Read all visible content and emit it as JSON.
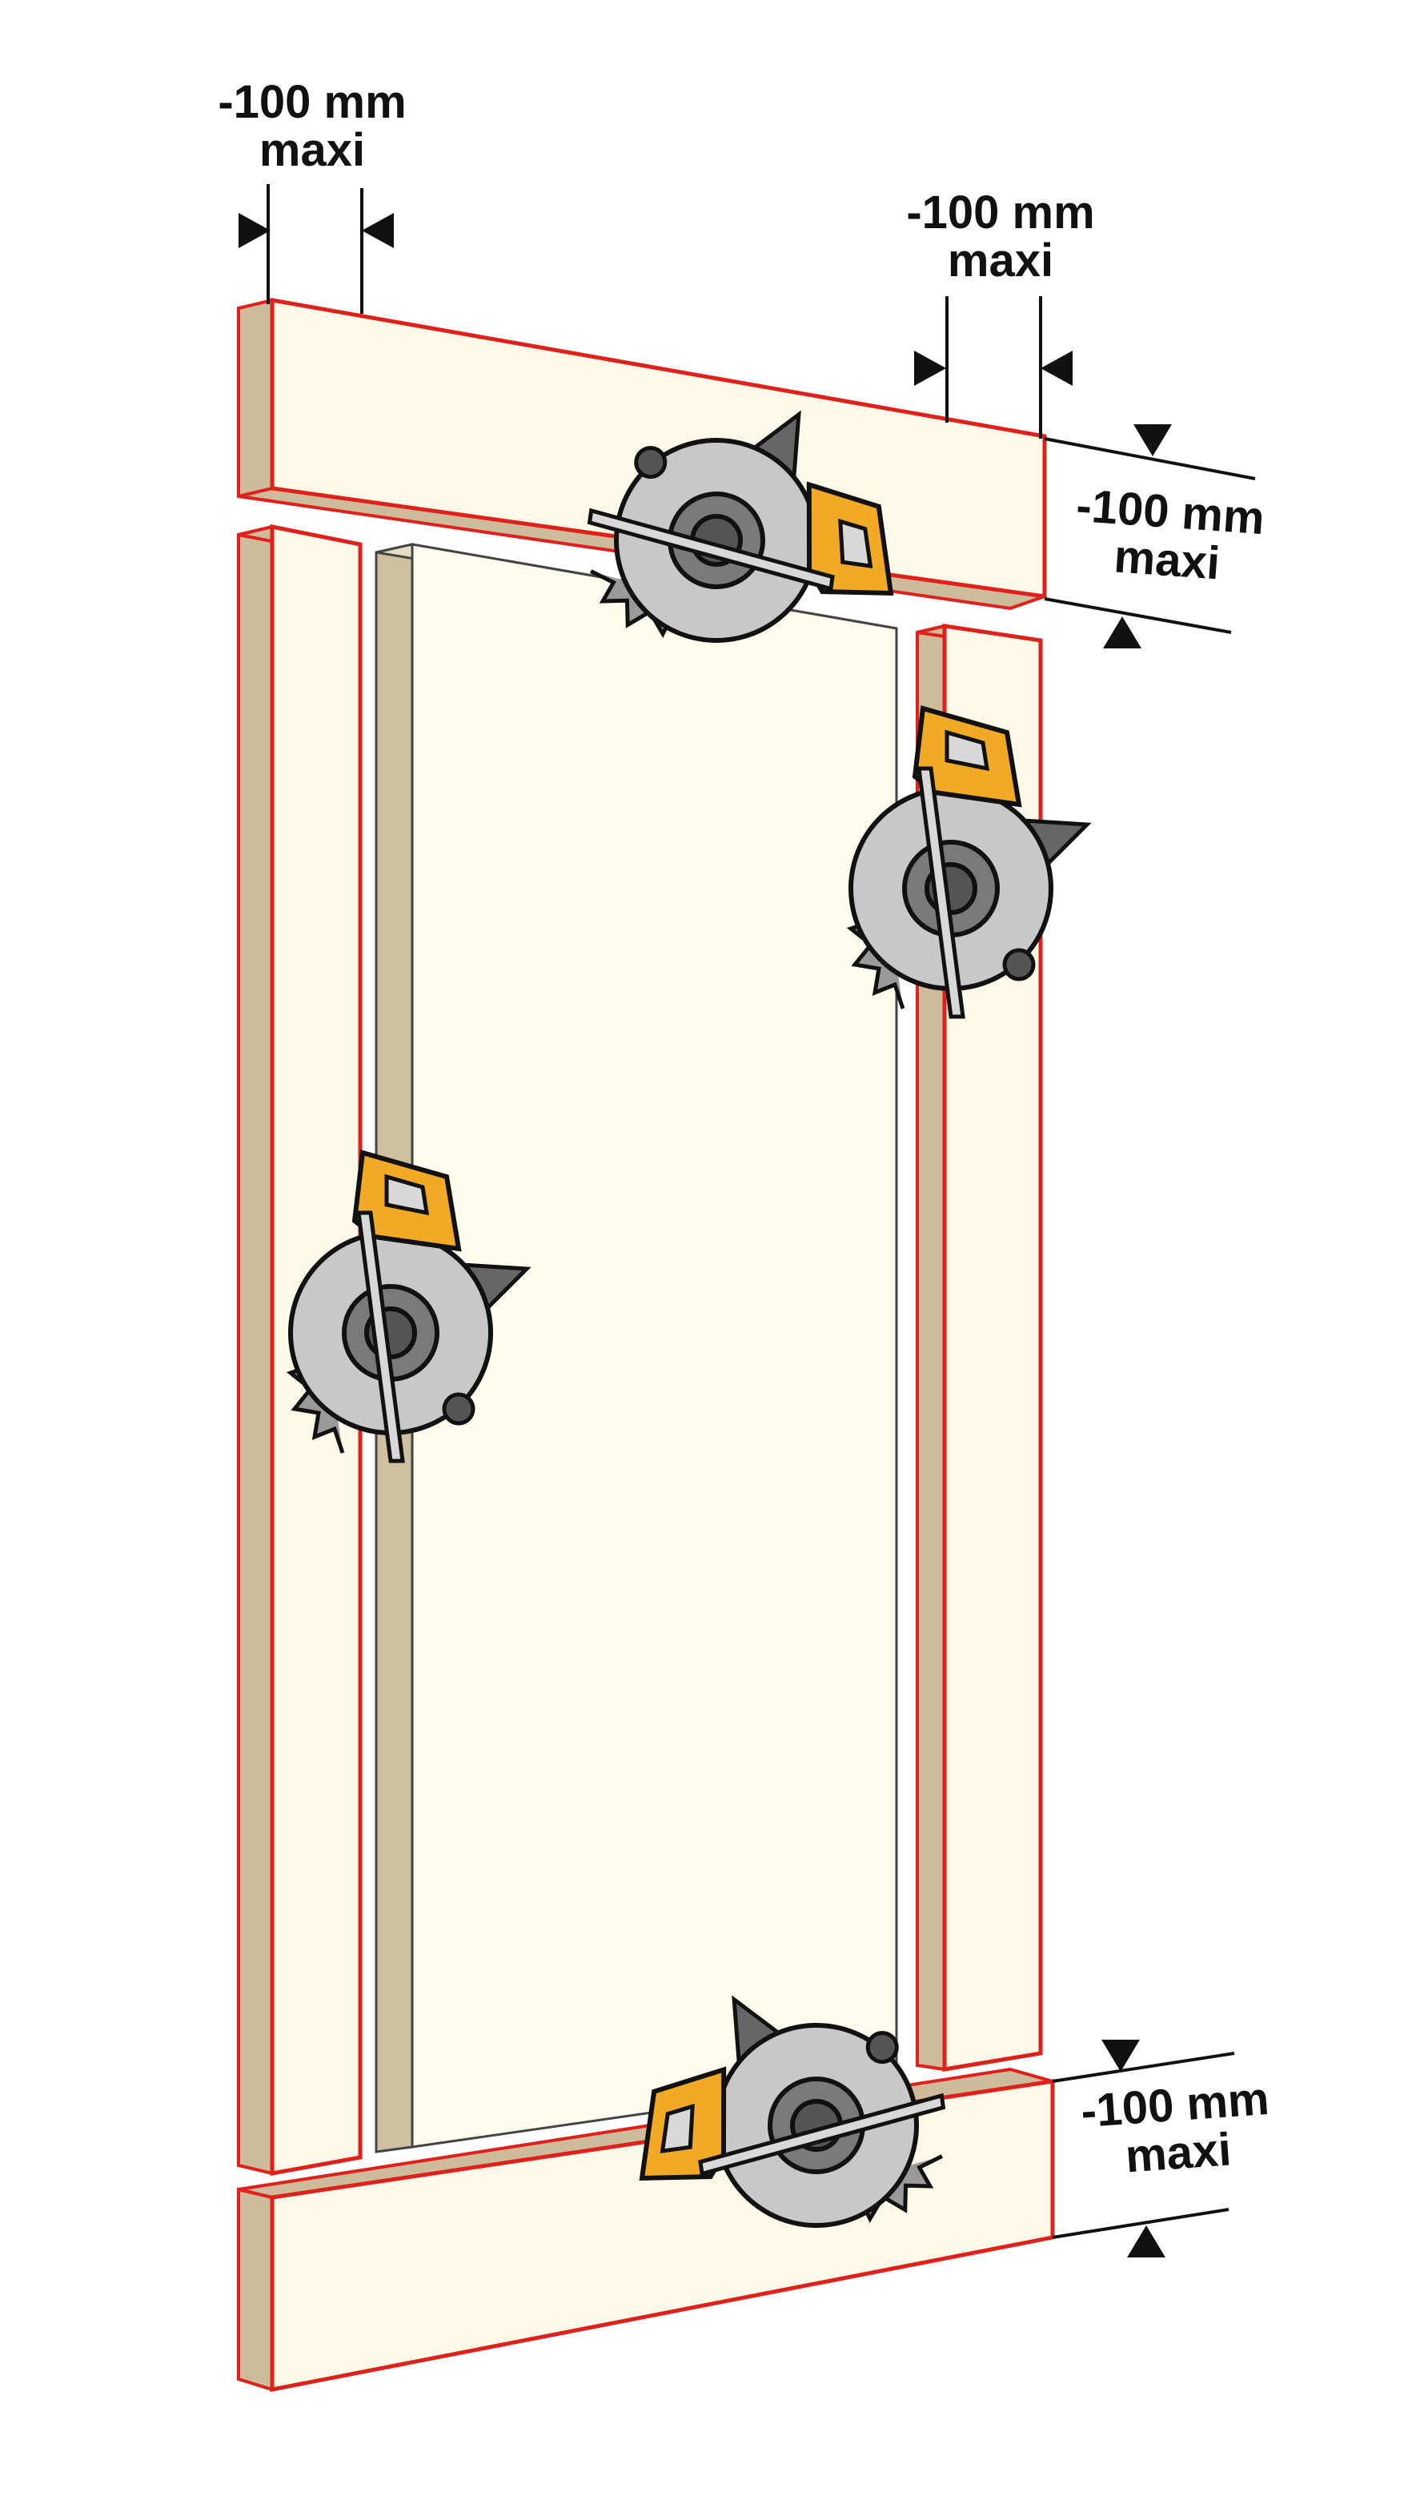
{
  "dimensions": {
    "top_left": {
      "value": "-100 mm",
      "unit_note": "maxi"
    },
    "top_right": {
      "value": "-100 mm",
      "unit_note": "maxi"
    },
    "right_upper": {
      "value": "-100 mm",
      "unit_note": "maxi"
    },
    "right_lower": {
      "value": "-100 mm",
      "unit_note": "maxi"
    }
  },
  "colors": {
    "board_face": "#fdf9e8",
    "board_edge": "#cdbb9b",
    "board_outline": "#e0201a",
    "door_face": "#fefcec",
    "door_edge": "#cdbfa0",
    "saw_body": "#c8c8c8",
    "saw_hub": "#7a7a7a",
    "saw_guard": "#f2a925",
    "saw_dark": "#555555",
    "ink": "#111111"
  },
  "icons": [
    "circular-saw-icon",
    "dimension-arrow-icon"
  ]
}
